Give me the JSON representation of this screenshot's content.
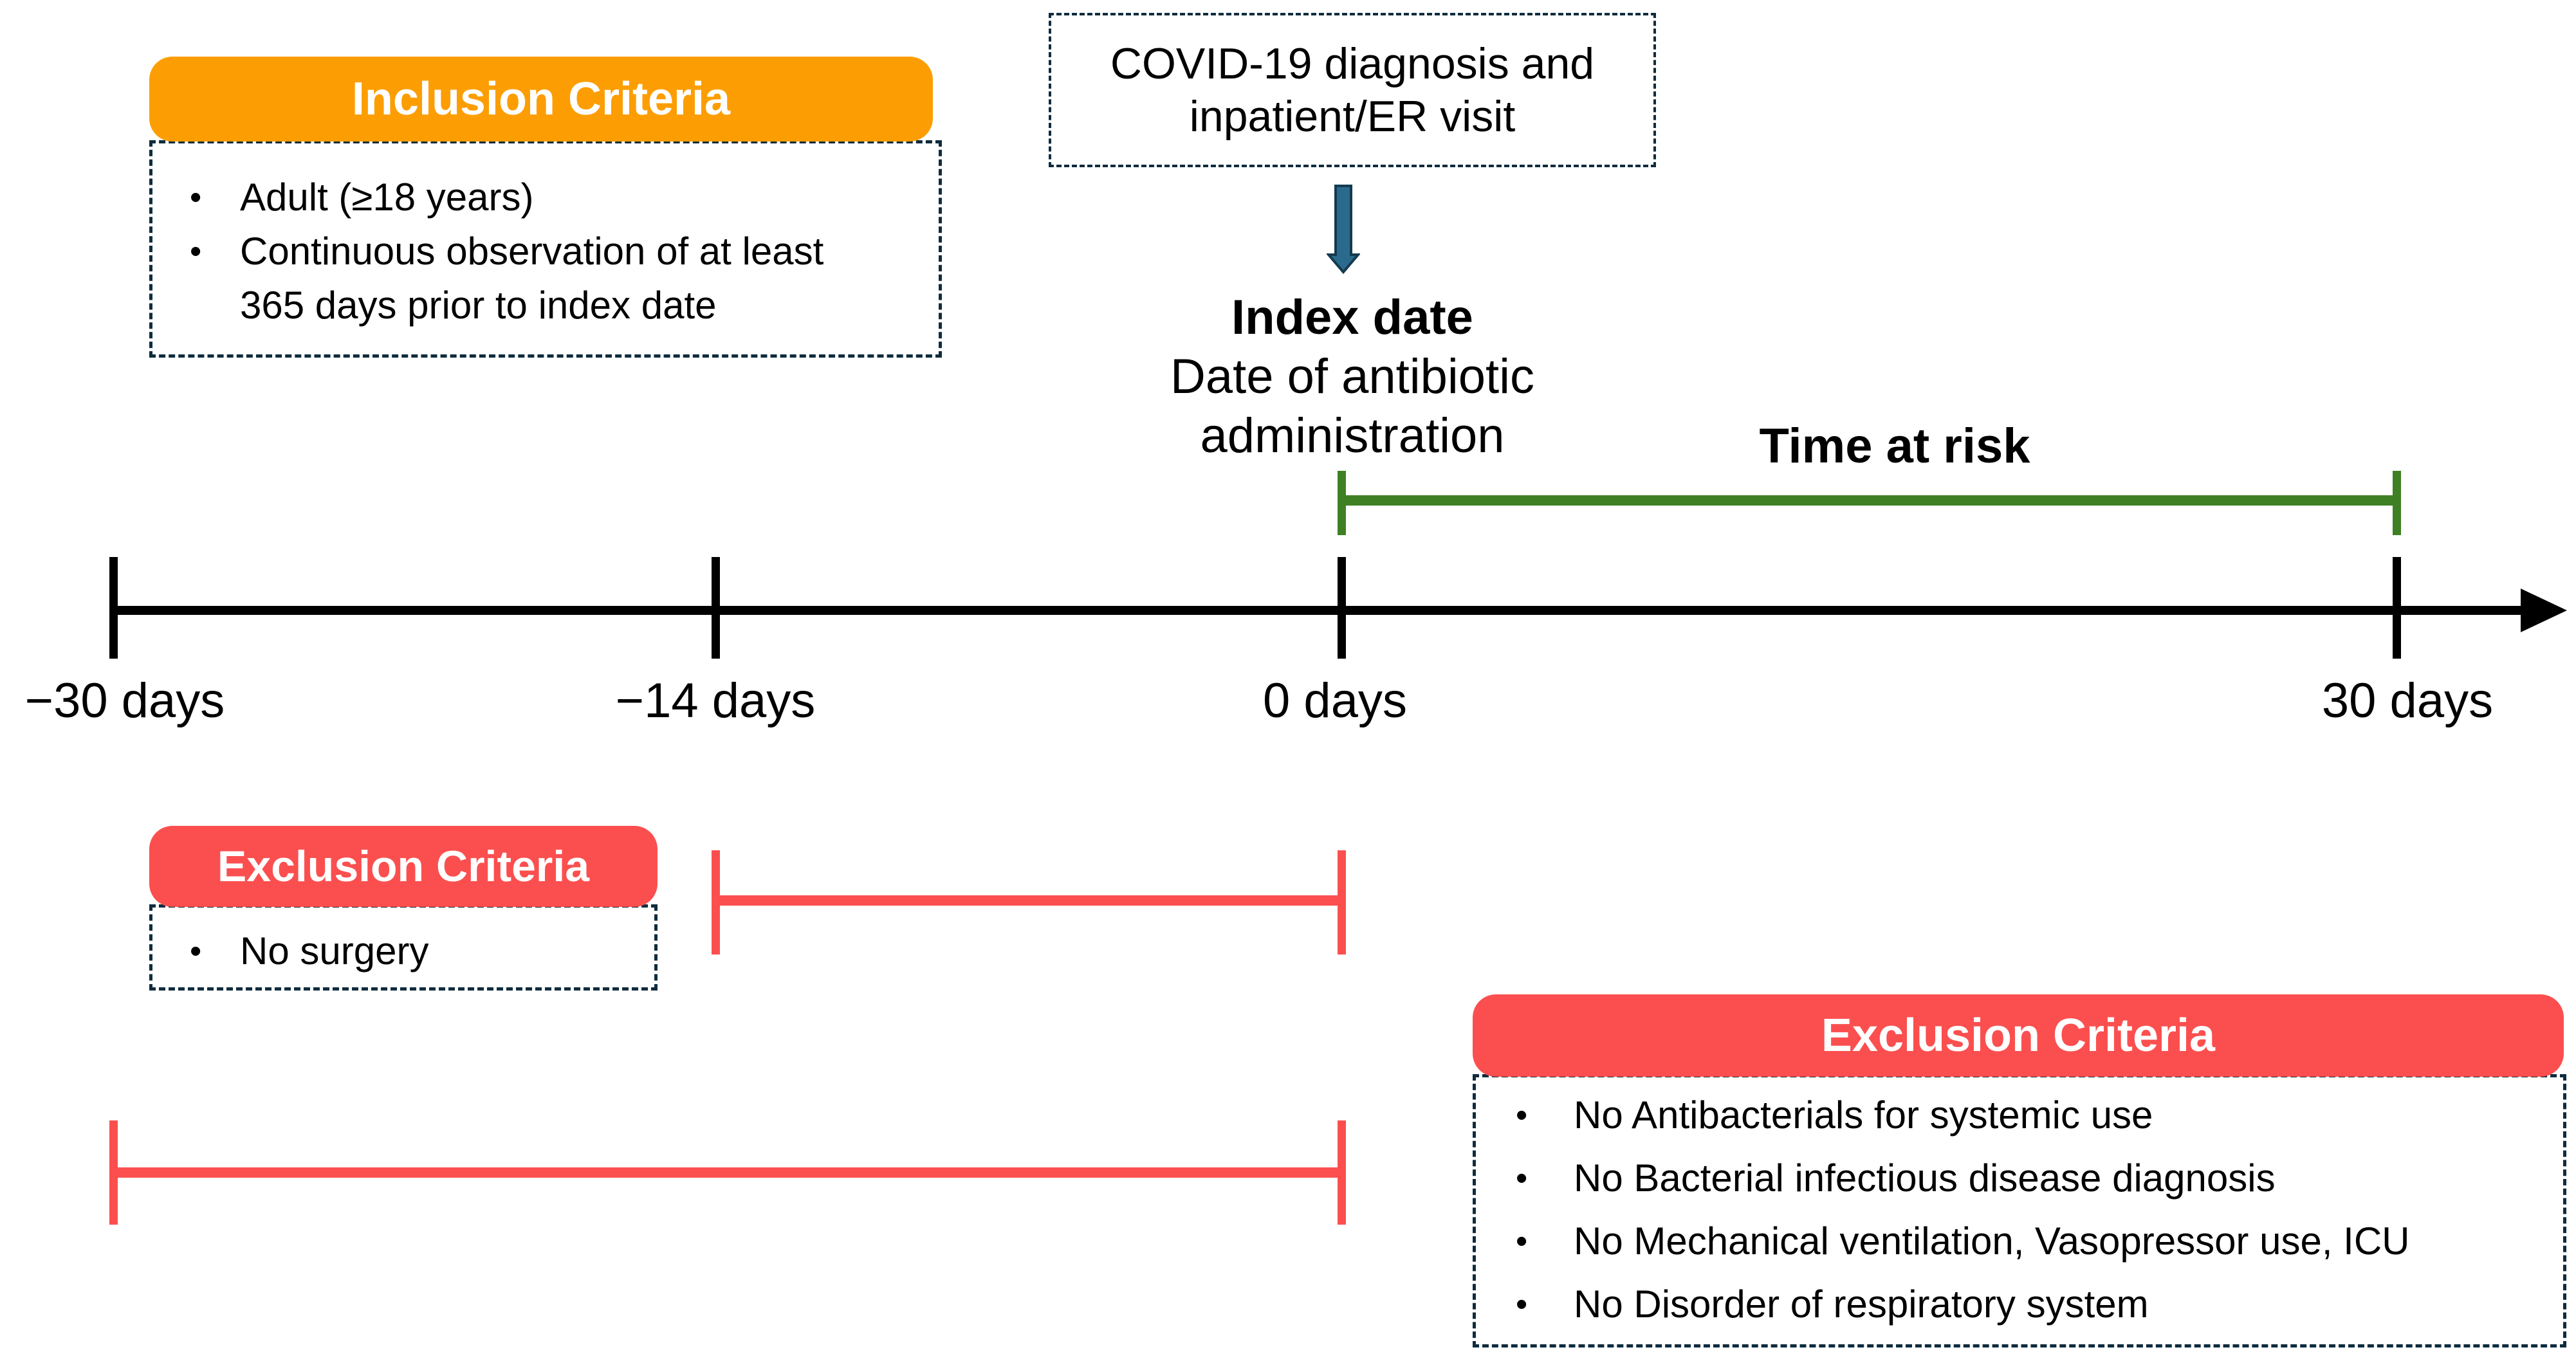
{
  "colors": {
    "orange_header": "#FC9E03",
    "red_header": "#FB4F4F",
    "dashed_border_navy": "#0F2C3E",
    "green_bracket": "#3F8024",
    "red_bracket": "#FB4F4F",
    "arrow_fill": "#2A6B8D",
    "arrow_stroke": "#143A50",
    "axis_black": "#000000"
  },
  "glyphs": {
    "bullet": "•"
  },
  "inclusion": {
    "title": "Inclusion Criteria",
    "items": [
      "Adult (≥18 years)",
      "Continuous observation of at least 365 days prior to index date"
    ]
  },
  "covid_box": {
    "line1": "COVID-19 diagnosis and",
    "line2": "inpatient/ER visit"
  },
  "index_label": {
    "title": "Index date",
    "subtitle_line1": "Date of antibiotic",
    "subtitle_line2": "administration"
  },
  "time_at_risk": {
    "label": "Time at risk"
  },
  "timeline": {
    "tick_labels": [
      "−30 days",
      "−14 days",
      "0 days",
      "30 days"
    ]
  },
  "exclusion_left": {
    "title": "Exclusion Criteria",
    "items": [
      "No surgery"
    ]
  },
  "exclusion_right": {
    "title": "Exclusion Criteria",
    "items": [
      "No Antibacterials for systemic use",
      "No Bacterial infectious disease diagnosis",
      "No Mechanical ventilation, Vasopressor use, ICU",
      "No Disorder of respiratory system"
    ]
  }
}
